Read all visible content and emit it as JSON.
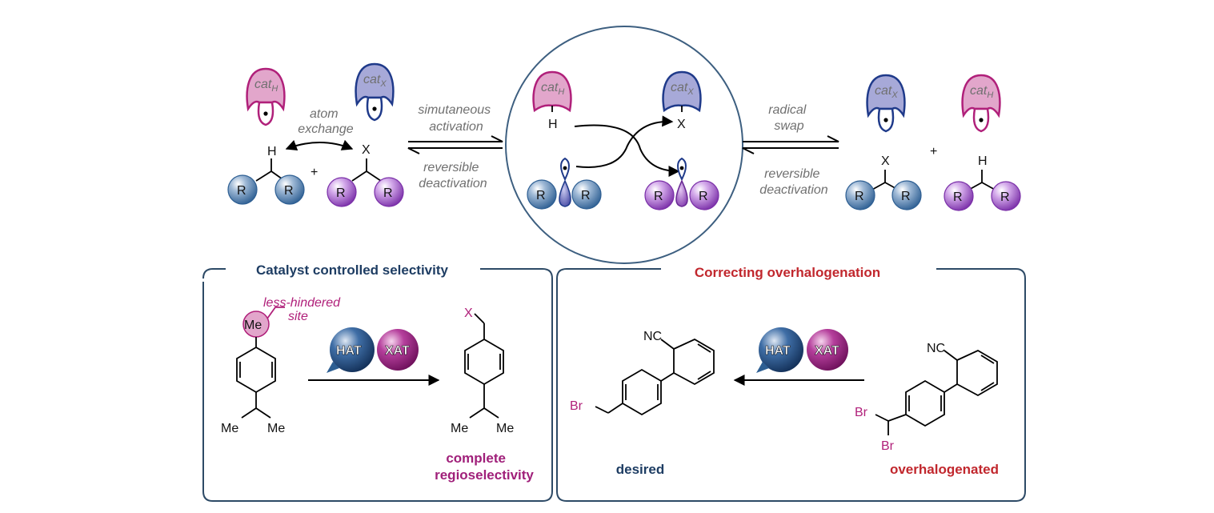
{
  "colors": {
    "magenta": "#b0207a",
    "pink_fill": "#e2a6cb",
    "navy": "#1f3a8a",
    "lilac_fill": "#a7a9d8",
    "blue_ball": "#4f7cae",
    "purple_ball": "#9b57c2",
    "box_stroke": "#2d4a66",
    "title_navy": "#1e3d63",
    "title_red": "#c1272d",
    "gray_text": "#707070"
  },
  "top": {
    "cat_h": {
      "base": "cat",
      "sub": "H"
    },
    "cat_x": {
      "base": "cat",
      "sub": "X"
    },
    "atom_exchange": [
      "atom",
      "exchange"
    ],
    "simultaneous": [
      "simutaneous",
      "activation"
    ],
    "reversible_deactivation": [
      "reversible",
      "deactivation"
    ],
    "radical_swap": [
      "radical",
      "swap"
    ],
    "plus": "+",
    "r": "R",
    "h": "H",
    "x": "X"
  },
  "left_panel": {
    "title": "Catalyst controlled selectivity",
    "callout": [
      "less-hindered",
      "site"
    ],
    "me": "Me",
    "hat": "HAT",
    "xat": "XAT",
    "x": "X",
    "result": [
      "complete",
      "regioselectivity"
    ]
  },
  "right_panel": {
    "title": "Correcting overhalogenation",
    "nc": "NC",
    "br": "Br",
    "desired": "desired",
    "overhalogenated": "overhalogenated",
    "hat": "HAT",
    "xat": "XAT"
  }
}
